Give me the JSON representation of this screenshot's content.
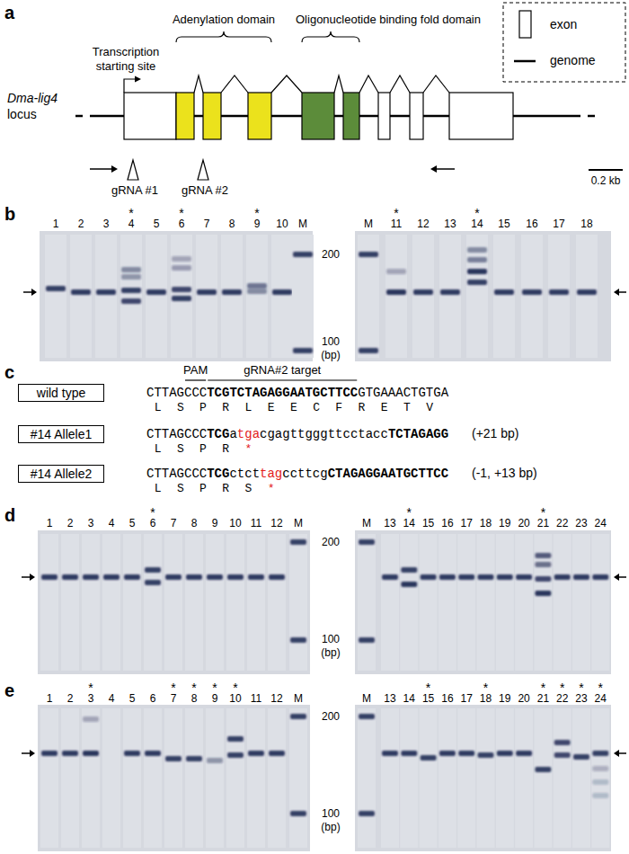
{
  "diagram": {
    "nodes": [
      {
        "text": [
          "wild type"
        ]
      },
      {
        "text": [
          "#14 Allele1"
        ]
      },
      {
        "text": [
          "#14 Allele2"
        ]
      }
    ],
    "labels": [
      "a",
      "Transcription starting site",
      "Adenylation domain",
      "Oligonucleotide binding fold domain",
      "Dma-lig4",
      "locus",
      "gRNA #1",
      "gRNA #2",
      "0.2 kb",
      "b",
      "1",
      "2",
      "3",
      "4",
      "5",
      "6",
      "7",
      "8",
      "9",
      "10",
      "M",
      "200",
      "100",
      "(bp)",
      "M",
      "11",
      "12",
      "13",
      "14",
      "15",
      "16",
      "17",
      "18",
      "*",
      "*",
      "*",
      "*",
      "*",
      "c",
      "PAM",
      "gRNA#2 target",
      "CTTAGCCC",
      "TCGTCTAGAGGAATGCTTCC",
      "GTGAAACTGTGA",
      "L",
      "S",
      "P",
      "R",
      "L",
      "E",
      "E",
      "C",
      "F",
      "R",
      "E",
      "T",
      "V",
      "CTTAGCCC",
      "TCG",
      "a",
      "tga",
      "cgagttgggttcctacc",
      "TCTAGAGG",
      "(+21 bp)",
      "L",
      "S",
      "P",
      "R",
      "*",
      "CTTAGCCC",
      "TCG",
      "ctct",
      "tag",
      "ccttcg",
      "CTAGAGGAATGCTTCC",
      "(-1, +13 bp)",
      "L",
      "S",
      "P",
      "R",
      "S",
      "*",
      "d",
      "1",
      "2",
      "3",
      "4",
      "5",
      "6",
      "7",
      "8",
      "9",
      "10",
      "11",
      "12",
      "M",
      "200",
      "100",
      "(bp)",
      "M",
      "13",
      "14",
      "15",
      "16",
      "17",
      "18",
      "19",
      "20",
      "21",
      "22",
      "23",
      "24",
      "*",
      "*",
      "*",
      "e",
      "1",
      "2",
      "3",
      "4",
      "5",
      "6",
      "7",
      "8",
      "9",
      "10",
      "11",
      "12",
      "M",
      "200",
      "100",
      "(bp)",
      "M",
      "13",
      "14",
      "15",
      "16",
      "17",
      "18",
      "19",
      "20",
      "21",
      "22",
      "23",
      "24",
      "*",
      "*",
      "*",
      "*",
      "*",
      "*",
      "*",
      "*",
      "*",
      "*",
      "*"
    ],
    "legend": [
      {
        "text": "exon"
      },
      {
        "text": "genome"
      }
    ]
  }
}
